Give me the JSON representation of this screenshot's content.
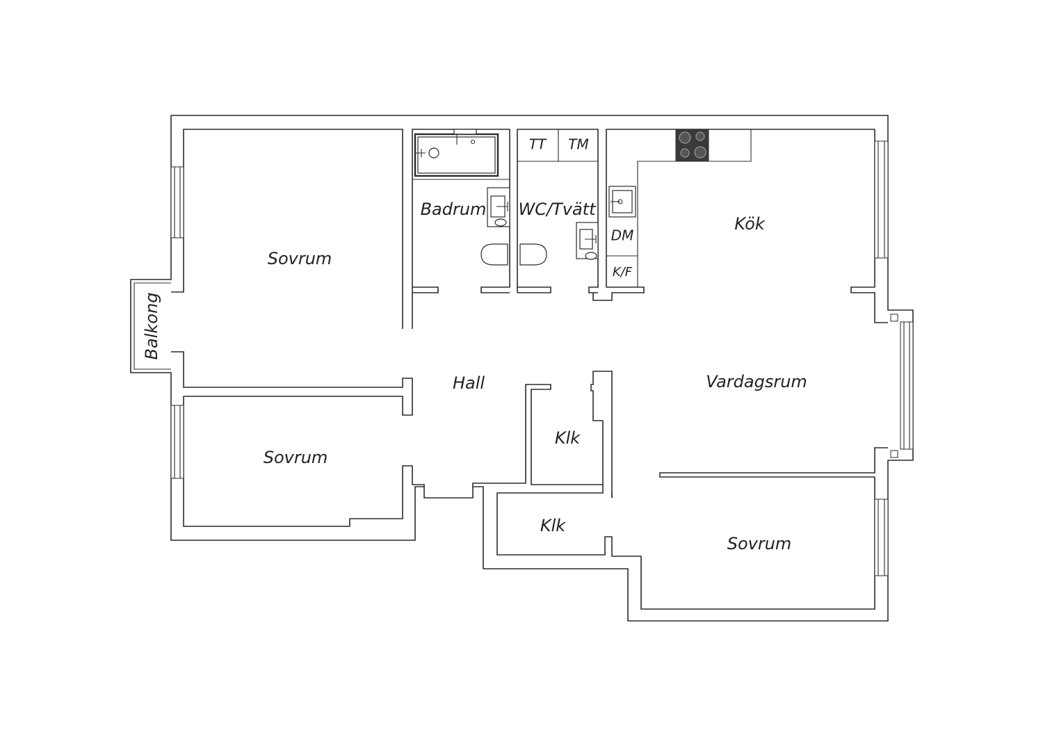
{
  "rooms": {
    "sovrum_top": "Sovrum",
    "sovrum_mid": "Sovrum",
    "sovrum_right": "Sovrum",
    "balkong": "Balkong",
    "badrum": "Badrum",
    "wc_tvatt": "WC/Tvätt",
    "tt": "TT",
    "tm": "TM",
    "kok": "Kök",
    "dm": "DM",
    "kf": "K/F",
    "hall": "Hall",
    "vardagsrum": "Vardagsrum",
    "klk_upper": "Klk",
    "klk_lower": "Klk"
  },
  "icons": [
    "bathtub-icon",
    "sink-icon",
    "toilet-icon",
    "stove-icon",
    "kitchen-sink-icon",
    "window-icon"
  ],
  "colors": {
    "wall": "#2b2b2b",
    "stove": "#3a3a3a",
    "background": "#ffffff"
  }
}
